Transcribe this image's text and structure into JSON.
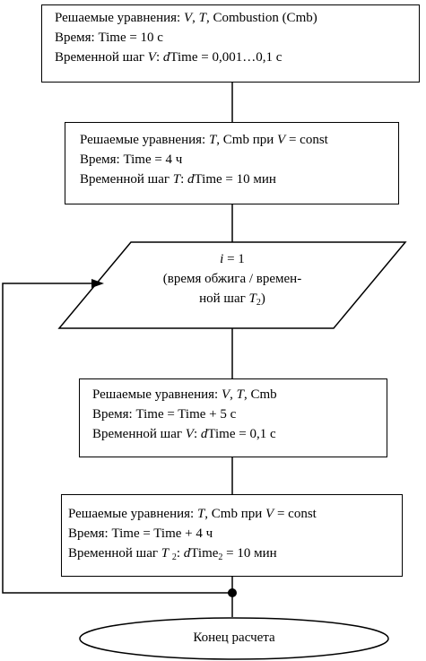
{
  "blocks": {
    "b1": {
      "line1": "Решаемые уравнения: V, T, Combustion (Cmb)",
      "line2": "Время: Time = 10 с",
      "line3": "Временной шаг V: dTime = 0,001…0,1 с"
    },
    "b2": {
      "line1": "Решаемые уравнения: T, Cmb при V = const",
      "line2": "Время: Time = 4 ч",
      "line3": "Временной шаг T: dTime = 10 мин"
    },
    "loop": {
      "line1": "i = 1",
      "line2": "(время обжига / времен-",
      "line3": "ной шаг T2)"
    },
    "b3": {
      "line1": "Решаемые уравнения: V, T, Cmb",
      "line2": "Время: Time = Time + 5 с",
      "line3": "Временной шаг V: dTime = 0,1 с"
    },
    "b4": {
      "line1": "Решаемые уравнения: T, Cmb при V = const",
      "line2": "Время: Time = Time + 4 ч",
      "line3": "Временной шаг T 2: dTime2 = 10 мин"
    },
    "end": {
      "label": "Конец расчета"
    }
  }
}
